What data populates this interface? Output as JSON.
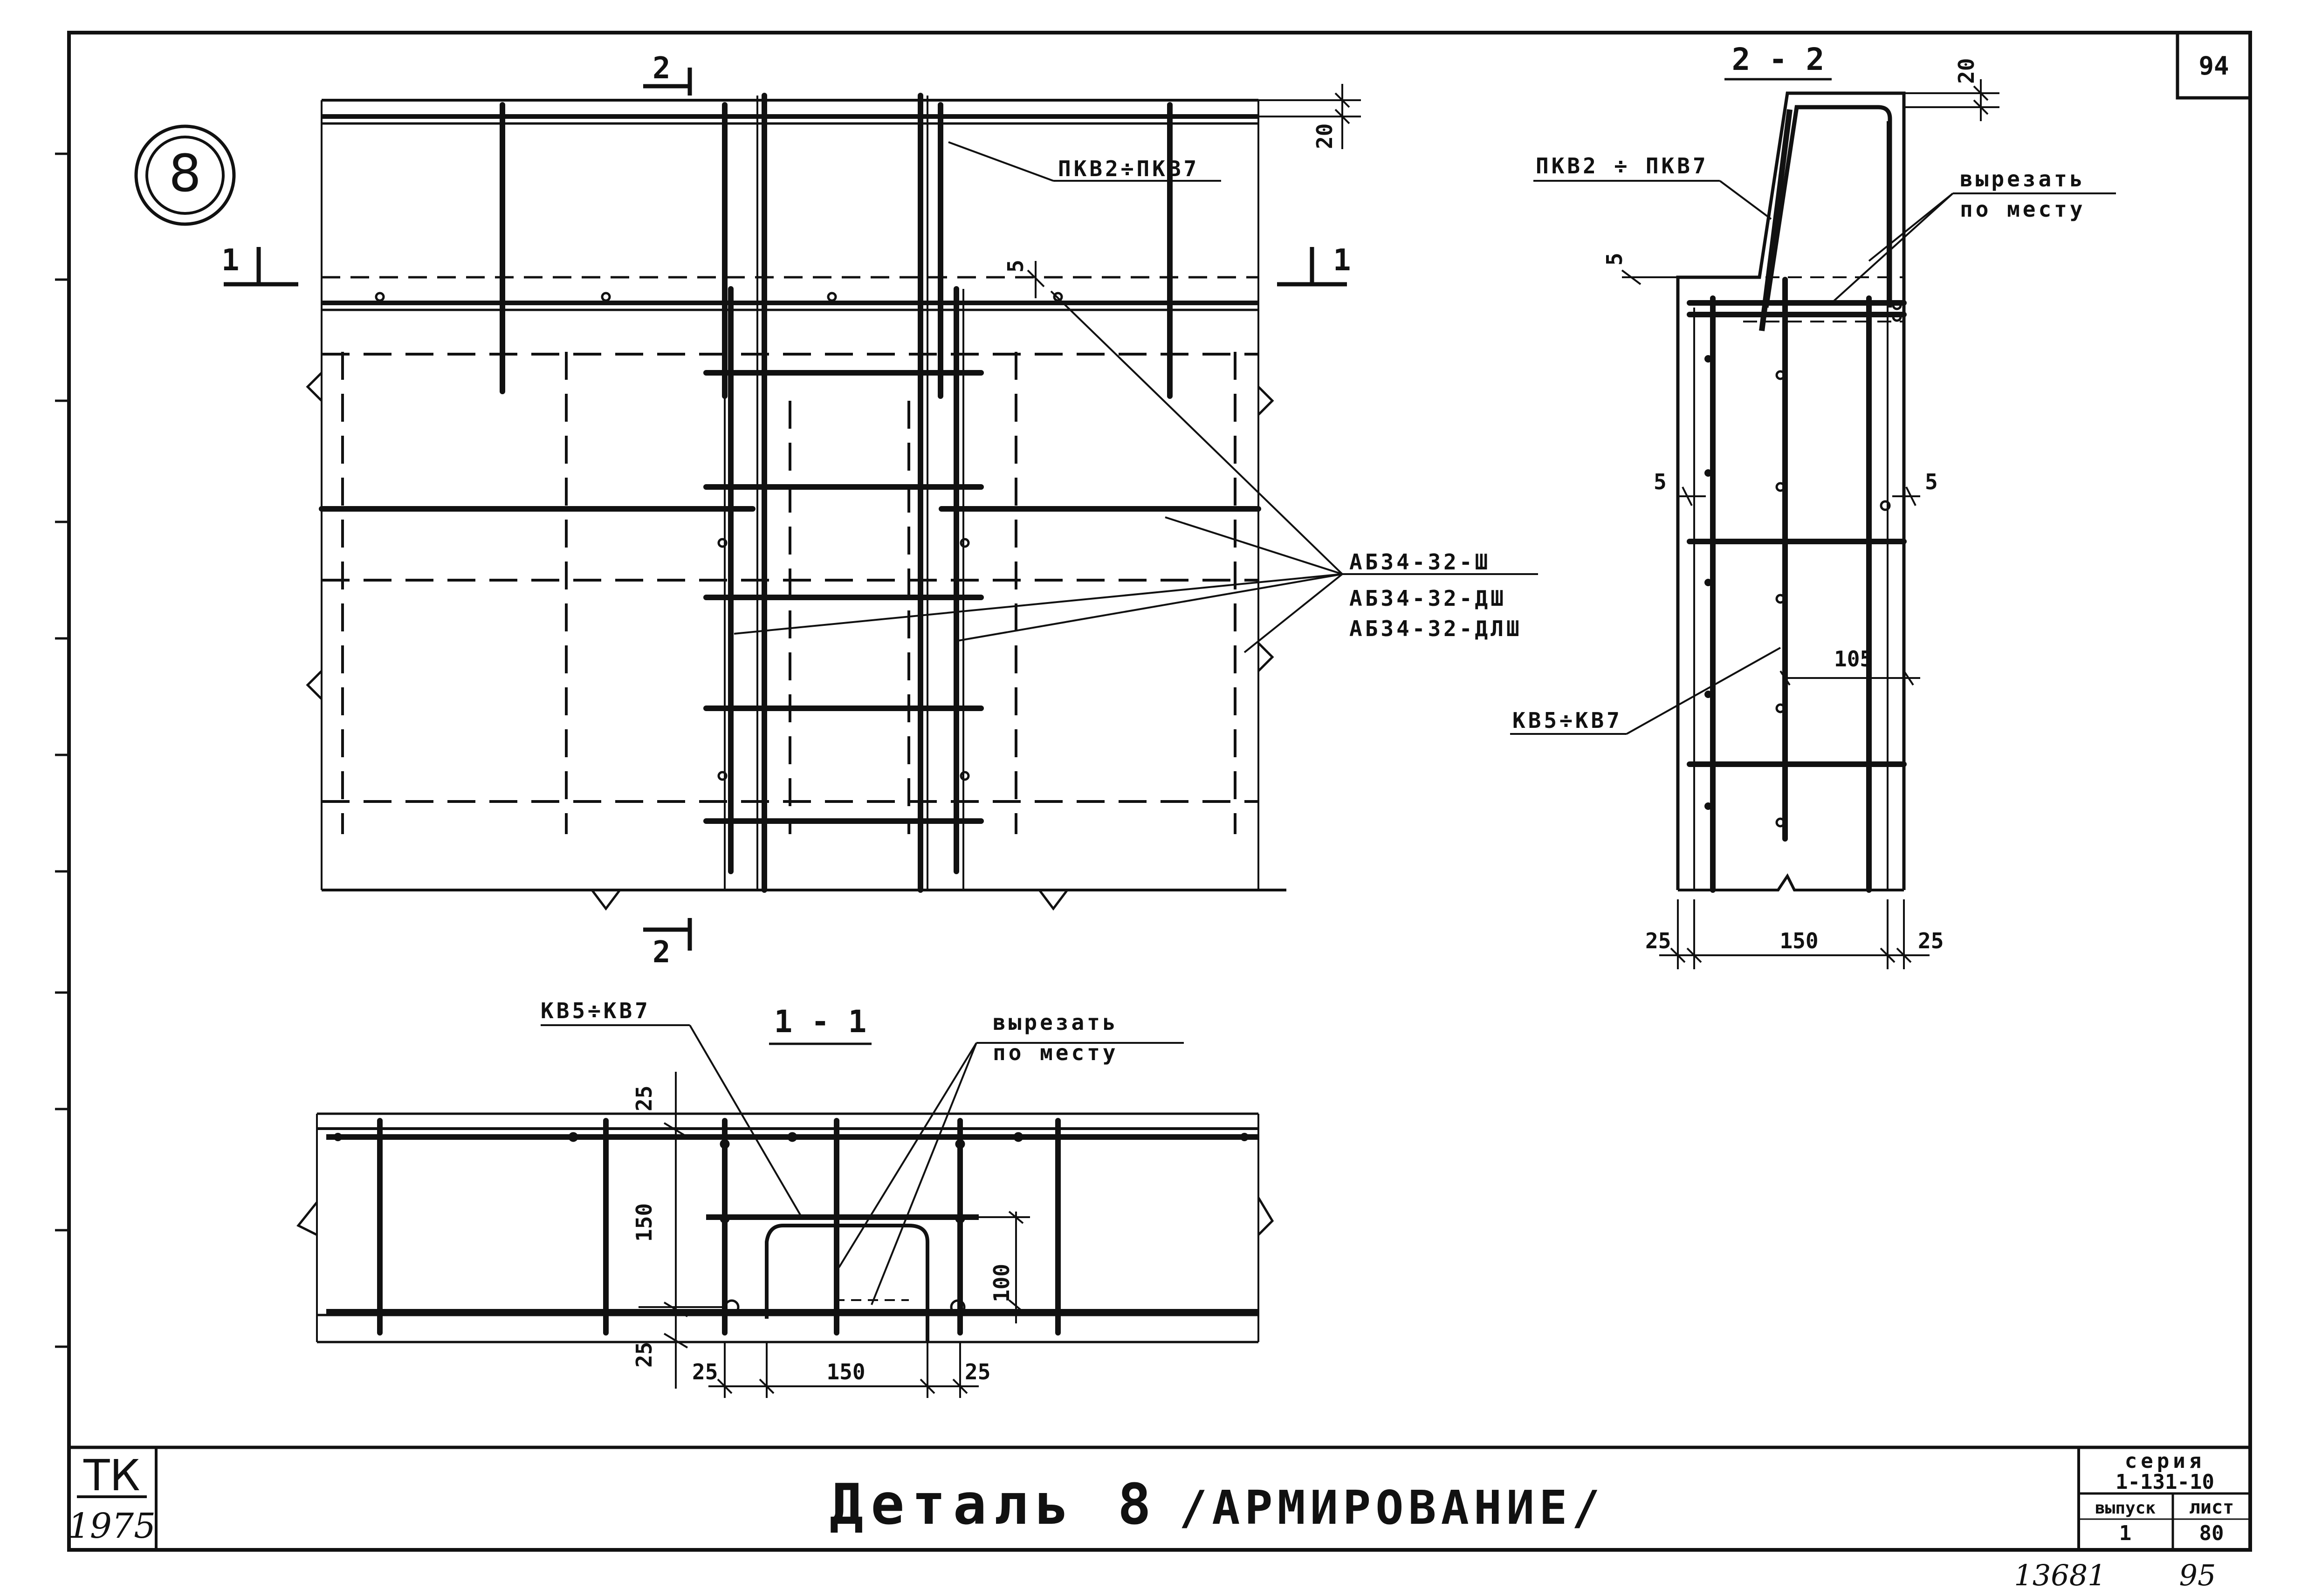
{
  "sheet": {
    "detail_number": "8",
    "page_number_top": "94",
    "title": "Деталь 8",
    "subtitle": "/АРМИРОВАНИЕ/",
    "stamp": {
      "line1": "ТК",
      "line2": "1975"
    },
    "series_label": "серия",
    "series_value": "1-131-10",
    "issue_label": "выпуск",
    "issue_value": "1",
    "sheet_label": "лист",
    "sheet_value": "80",
    "archive_number": "13681",
    "archive_page": "95"
  },
  "plan": {
    "section_2_top": "2",
    "section_2_bottom": "2",
    "section_1_left": "1",
    "section_1_right": "1",
    "label_pkv": "ПКВ2÷ПКВ7",
    "dim_20": "20",
    "dim_5": "5",
    "labels_ab": [
      "АБЗ4-32-Ш",
      "АБЗ4-32-ДШ",
      "АБЗ4-32-ДЛШ"
    ]
  },
  "section_22": {
    "title": "2 - 2",
    "label_pkv": "ПКВ2 ÷ ПКВ7",
    "cut_note_1": "вырезать",
    "cut_note_2": "по месту",
    "label_kv": "КВ5÷КВ7",
    "dim_20": "20",
    "dim_5_top": "5",
    "dim_5_left": "5",
    "dim_5_right": "5",
    "dim_105": "105",
    "dim_25_left": "25",
    "dim_150": "150",
    "dim_25_right": "25"
  },
  "section_11": {
    "title": "1 - 1",
    "label_kv": "КВ5÷КВ7",
    "cut_note_1": "вырезать",
    "cut_note_2": "по месту",
    "dim_25_top": "25",
    "dim_150_v": "150",
    "dim_25_bottom": "25",
    "dim_100": "100",
    "dim_25_left": "25",
    "dim_150_h": "150",
    "dim_25_right": "25"
  }
}
